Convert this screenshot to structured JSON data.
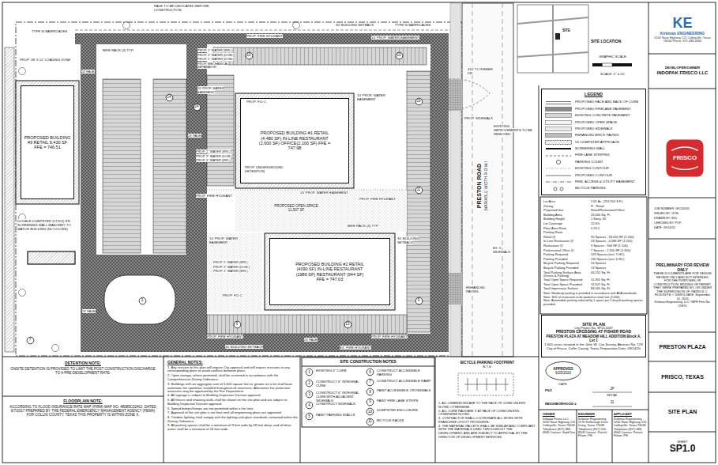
{
  "diagram": {
    "nodes": [
      {
        "text": [
          "PROPOSED BUILDING #1 RETAIL (4,480 SF) IN-LINE RESTAURANT (2,600 SF) OFFICE(2,100 SF) FFE = 747.98"
        ]
      },
      {
        "text": [
          "PROPOSED BUILDING #3 RETAIL 9,430 SF FFE = 746.51"
        ]
      },
      {
        "text": [
          "PROPOSED BUILDING #2 RETAIL (4090 SF) IN-LINE RESTAURANT (1986 SF) RESTAURANT (944 SF) FFE = 747.03"
        ]
      },
      {
        "text": [
          "14"
        ]
      },
      {
        "text": [
          "24"
        ]
      },
      {
        "text": [
          "10"
        ]
      },
      {
        "text": [
          "10"
        ]
      },
      {
        "text": [
          "19"
        ]
      },
      {
        "text": [
          "11"
        ]
      },
      {
        "text": [
          "9"
        ]
      },
      {
        "text": [
          "7"
        ]
      },
      {
        "text": [
          "3"
        ]
      },
      {
        "text": [
          "6"
        ]
      },
      {
        "text": [
          "13"
        ]
      },
      {
        "text": [
          "LEGEND"
        ]
      },
      {
        "text": [
          "SITE PLAN",
          "City Project No. SP20-0067",
          "PRESTON CROSSING AT FISHER ROAD",
          "PRESTON PLAZA AT MEADOW HILL ADDITION Block A, Lot 1",
          "2.605 acres situated in the John W. Cox Survey, Abstract No. 159 City of Frisco, Collin County, Texas Preparation Date: 09/14/20"
        ]
      },
      {
        "text": [
          "APPROVED",
          "9/25/2020"
        ]
      },
      {
        "text": [
          "1"
        ]
      },
      {
        "text": [
          "2"
        ]
      },
      {
        "text": [
          "3"
        ]
      },
      {
        "text": [
          "4"
        ]
      },
      {
        "text": [
          "5"
        ]
      },
      {
        "text": [
          "6"
        ]
      },
      {
        "text": [
          "7"
        ]
      },
      {
        "text": [
          "8"
        ]
      },
      {
        "text": [
          "9"
        ]
      },
      {
        "text": [
          "10"
        ]
      },
      {
        "text": [
          "11"
        ]
      },
      {
        "text": [
          "KE",
          "Kirkman ENGINEERING",
          "5200 State Highway 121 Colleyville, Texas 76034 Phone: 817-488-4960"
        ]
      },
      {
        "text": [
          "DEVELOPER/OWNER",
          "INDOPAK FRISCO LLC"
        ]
      },
      {
        "text": [
          "FRISCO"
        ]
      },
      {
        "text": [
          "JOB NUMBER: GKJ20001",
          "ISSUED BY: GTM",
          "DRAWN BY: EDL",
          "CHECKED BY: PCF",
          "DATE: 09/14/20"
        ]
      },
      {
        "text": [
          "PRELIMINARY FOR REVIEW ONLY",
          "THESE DOCUMENTS ARE FOR DESIGN REVIEW ONLY AND NOT INTENDED FOR THE PURPOSES OF CONSTRUCTION, BIDDING OR PERMIT. THEY WERE PREPARED BY, OR UNDER THE SUPERVISION OF: PATRICK C. FILSON P.E.# 108974 DATE: September 14, 2020",
          "Kirkman Engineering, LLC TBPE Firm No. 15874"
        ]
      },
      {
        "text": [
          "PRESTON PLAZA"
        ]
      },
      {
        "text": [
          "FRISCO, TEXAS"
        ]
      },
      {
        "text": [
          "SITE PLAN"
        ]
      },
      {
        "text": [
          "SHEET",
          "SP1.0"
        ]
      }
    ],
    "labels": [
      "FAUE TO BE DEDICATED BEFORE CONSTRUCTION",
      "TYPE III BARRICADES",
      "30' BUILDING SETBACK",
      "TYPE III BARRICADES",
      "PROP. FIRE HYDRANT",
      "10' PROP. WATER EASEMENT",
      "BIKE RACK (4) TYP.",
      "PROP. 38' X 12' LOADING ZONE",
      "PROP. 1\" WATER (IRR.)",
      "PROP. 2\" WATER (DOM.)",
      "PROP. 1\" WATER (DOM.)",
      "PROP. MECHANICAL SEPARATOR",
      "10' PROP. WATER EASEMENT",
      "10' PROP. WATER EASEMENT",
      "PROP. F.D.C.",
      "PROP. UNDERGROUND DETENTION",
      "PROP. SIDEWALK",
      "EXISTING IMPROVEMENTS TO BE REMOVED",
      "PROP. 1\" WATER (IRR.)",
      "PROP. 2\" WATER (DOM.)",
      "PROP. 1\" WATER (IRR.)",
      "10' PROP. WATER EASEMENT",
      "PROP. FIRE HYDRANT",
      "PROP. FIRE HYDRANT",
      "PROPOSED OPEN SPACE 11,507 SF",
      "BIKE RACK (4) TYP.",
      "10' PROP. WATER EASEMENT",
      "30' BUILDING SETBACK",
      "EX. 5' SIDEWALK",
      "ENHANCED PAVING",
      "PROP. 1\" WATER (IRR.)",
      "PROP. 2\" WATER (DOM.)",
      "PROP. 1\" WATER (IRR.)",
      "PROP. F.D.C.",
      "PROP. FIRE HYDRANT",
      "PROP. FIRE HYDRANT",
      "30' BUILDING SETBACK",
      "EX. FIRE HYDRANT",
      "24' FAUE",
      "24' FAUE",
      "24' FAUE",
      "24' FAUE",
      "DOUBLE DUMPSTER (17X22) 8'H SCREENING WALL MASONRY TO MATCH BUILDING (NO DOORS)",
      "410' TO FISHER DR.",
      "SITE",
      "SITE LOCATION",
      "GRAPHIC SCALE",
      "SCALE: 1\" = 20'",
      "PRESTON ROAD",
      "(VARIABLE WIDTH R.O.W.)",
      "DETENTION NOTE:",
      "ONSITE DETENTION IS PROVIDED TO LIMIT THE POST CONSTRUCTION DISCHARGE TO A PRE-DEVELOPMENT RATE.",
      "FLOODPLAIN NOTE:",
      "ACCORDING TO FLOOD INSURANCE RATE MAP (FIRM) MAP NO. 48085C0240J, DATED 6/7/2017 PREPARED BY THE FEDERAL EMERGENCY MANAGEMENT AGENCY (FEMA) FOR COLLIN COUNTY, TEXAS THIS PROPERTY IS WITHIN ZONE X.",
      "GENERAL NOTES:",
      "1. Any revision to this plan will require City approval and will require revisions to any corresponding plans to avoid conflicts between plans.",
      "2. Open storage, where permitted, shall be screened in accordance with the Comprehensive Zoning Ordinance.",
      "3. Buildings with an aggregate sum of 5,000 square feet or greater on a lot shall have automatic fire sprinklers installed throughout all structures. Alternative fire protection measures may be approved by the Fire Department.",
      "4. All signage is subject to Building Inspection Division approval.",
      "5. All fences and retaining walls shall be shown on the site plan and are subject to Building Inspection Division approval.",
      "6. Speed bumps/humps are not permitted within a fire lane.",
      "7. Approval of the site plan is not final until all engineering plans are approved.",
      "8. Outdoor lighting shall comply with the lighting and glare standards contained within the Zoning Ordinance.",
      "9. All parking spaces shall be a minimum of 9 feet wide by 18 feet deep, and all drive aisles shall be a minimum of 24 feet wide.",
      "SITE CONSTRUCTION NOTES",
      "EXISTING 6\" CURB",
      "CONSTRUCT 6\" INTEGRAL CURB",
      "CONSTRUCT 6\" INTEGRAL CURB WITH ADJACENT SIDEWALK",
      "CONSTRUCT SIDEWALK",
      "PAINT PARKING STALLS",
      "CONSTRUCT ACCESSIBLE PARKING",
      "CONSTRUCT ACCESSIBLE RAMP",
      "PAINT ACCESSIBLE CROSSWALK",
      "PAINT FIRE LANE STRIPS",
      "DUMPSTER ENCLOSURE",
      "BICYCLE RACKS",
      "BICYCLE PARKING FOOTPRINT",
      "N.T.S.",
      "1. ALL DIMENSIONS ARE TO THE FACE OF CURB UNLESS NOTED OTHERWISE.",
      "2. ALL CURB RADII ARE 3' AT FACE OF CURB UNLESS OTHERWISE NOTED.",
      "3. CONTRACTOR SHALL COORDINATE ALL WORK WITH FRANCHISE UTILITY PROVIDERS.",
      "4. THE MATERIAL PALLETS SHALL BE SIMILAR AND COMPLIANT WITH THE MATERIALS USED THROUGHOUT THE DEVELOPMENT, AND ARE SUBJECT TO APPROVAL BY THE DIRECTOR OF DEVELOPMENT SERVICES.",
      "DATE",
      "P&Z",
      "JP",
      "INITIAL",
      "NEIGHBORHOOD #",
      "11",
      "OWNER",
      "Indopak Frisco LLC 5200 State Highway 121 Colleyville, Texas 76034 Telephone (817) 488-4960 Contact: Sajid Dos",
      "ENGINEER",
      "Kirkman Engineering 2170 Kimbrough Drive Irving, Texas 75038 Telephone (817) 226-8509 Contact: Patrick Filson, P.E.",
      "APPLICANT",
      "Kirkman Engineering 5200 State Highway 121 Colleyville, Texas 76034 Telephone (817) 488-4960 Contact: Patrick Filson, P.E.",
      "Lot Area",
      "2.61 Ac. (113,554 S.F.)",
      "Zoning",
      "R - Retail",
      "Proposed Use",
      "Retail/Restaurant/Office",
      "Building Area",
      "25,630 Sq. Ft.",
      "Building Height",
      "1 Story, 30'",
      "Lot Coverage",
      "22.6%",
      "Floor Area Ratio",
      "0.23:1",
      "Parking Ratio:",
      "Retail @",
      "90 Spaces - 18,000 SF (1:200)",
      "In-Line Restaurant @",
      "23 Spaces - 4,586 SF (1:200)",
      "Restaurant @",
      "9 Spaces - 944 SF (1:100)",
      "Professional Office @",
      "7 Spaces - 2,100 SF (1:300)",
      "Parking Required",
      "129 Spaces (incl. 5 HC)",
      "Parking Provided",
      "130 Spaces (incl. 6 HC)",
      "Bicycle Parking Required",
      "13 Spaces",
      "Bicycle Parking Provided",
      "13 Spaces",
      "Total Parking Surface Area (Drives & Parking)",
      "44,152 Sq. Ft.",
      "Total Open Space Required",
      "11,355 Sq. Ft.",
      "Total Open Space Provided",
      "11,507 Sq. Ft.",
      "Total Impervious Surface",
      "84,565 Sq. Ft.",
      "Note: Handicap parking is provided in accordance with ADA standards.",
      "Note: 30% of restaurant to be parked at retail rate (1:200).",
      "Note: Automobile parking reduced by 1 space per 5 bicycle parking spaces provided."
    ],
    "legend": [
      {
        "text": "PROPOSED FACE AND BACK OF CURB"
      },
      {
        "text": "PROPOSED FIRELANE PAVEMENT",
        "color": "#8a8a8a"
      },
      {
        "text": "EXISTING CONCRETE PAVEMENT",
        "color": "#d6d6d6"
      },
      {
        "text": "PROPOSED OPEN SPACE"
      },
      {
        "text": "PROPOSED SIDEWALK",
        "color": "#ececec"
      },
      {
        "text": "ENHANCED BRICK PAVING",
        "color": "#bdbdbd"
      },
      {
        "text": "50' DUMPSTER APPROACH"
      },
      {
        "text": "SCREENING WALL"
      },
      {
        "text": "FIRE LANE STRIPING"
      },
      {
        "text": "PARKING COUNT"
      },
      {
        "text": "EXISTING CONTOUR"
      },
      {
        "text": "PROPOSED CONTOUR"
      },
      {
        "text": "FIRE, ACCESS & UTILITY EASEMENT"
      },
      {
        "text": "BICYCLE PARKING"
      }
    ]
  }
}
